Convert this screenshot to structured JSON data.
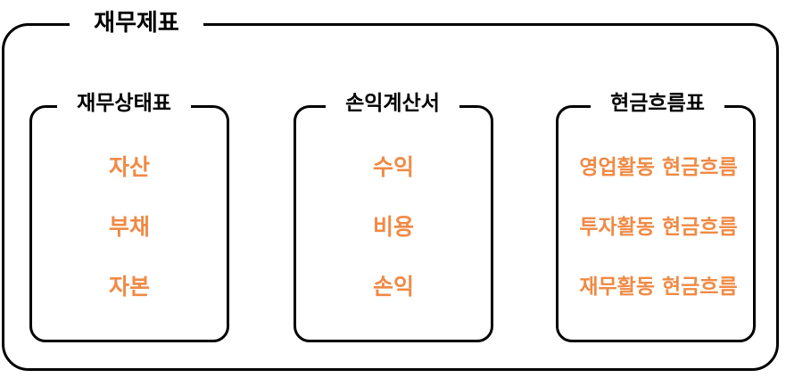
{
  "title": "재무제표",
  "accent_color": "#f08a45",
  "statements": [
    {
      "title": "재무상태표",
      "items": [
        "자산",
        "부채",
        "자본"
      ]
    },
    {
      "title": "손익계산서",
      "items": [
        "수익",
        "비용",
        "손익"
      ]
    },
    {
      "title": "현금흐름표",
      "items": [
        "영업활동 현금흐름",
        "투자활동 현금흐름",
        "재무활동 현금흐름"
      ]
    }
  ]
}
